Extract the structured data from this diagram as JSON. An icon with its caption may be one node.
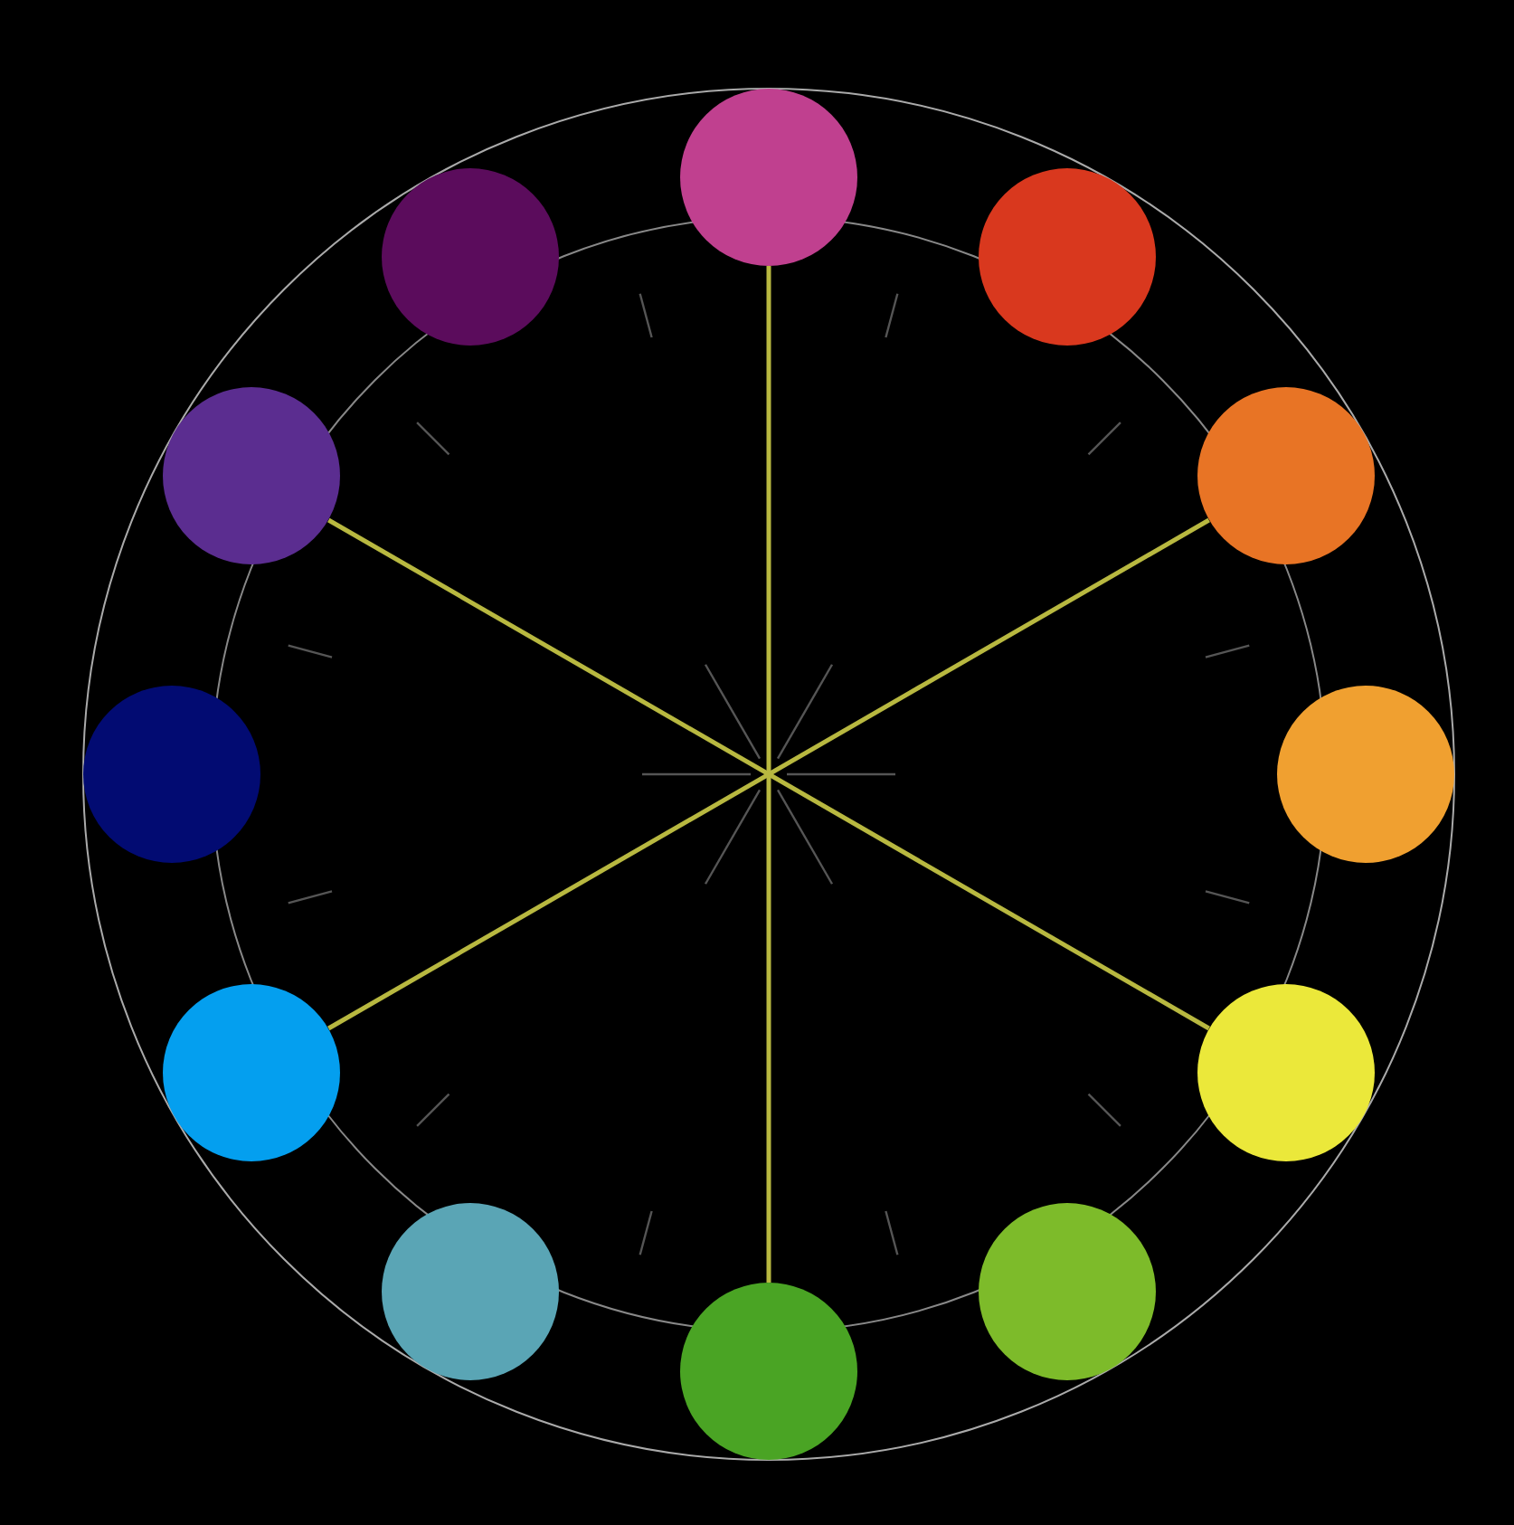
{
  "diagram": {
    "nodes": [
      {
        "text": [],
        "shape": "circle"
      },
      {
        "text": [],
        "shape": "circle"
      },
      {
        "text": [],
        "shape": "circle"
      },
      {
        "text": [],
        "shape": "circle"
      },
      {
        "text": [],
        "shape": "circle"
      },
      {
        "text": [],
        "shape": "circle"
      },
      {
        "text": [],
        "shape": "circle"
      },
      {
        "text": [],
        "shape": "circle"
      },
      {
        "text": [],
        "shape": "circle"
      },
      {
        "text": [],
        "shape": "circle"
      },
      {
        "text": [],
        "shape": "circle"
      },
      {
        "text": [],
        "shape": "circle"
      }
    ],
    "edges": [
      {
        "from": 0,
        "to": 6,
        "arrow": "none"
      },
      {
        "from": 2,
        "to": 8,
        "arrow": "none"
      },
      {
        "from": 10,
        "to": 4,
        "arrow": "none"
      }
    ]
  }
}
